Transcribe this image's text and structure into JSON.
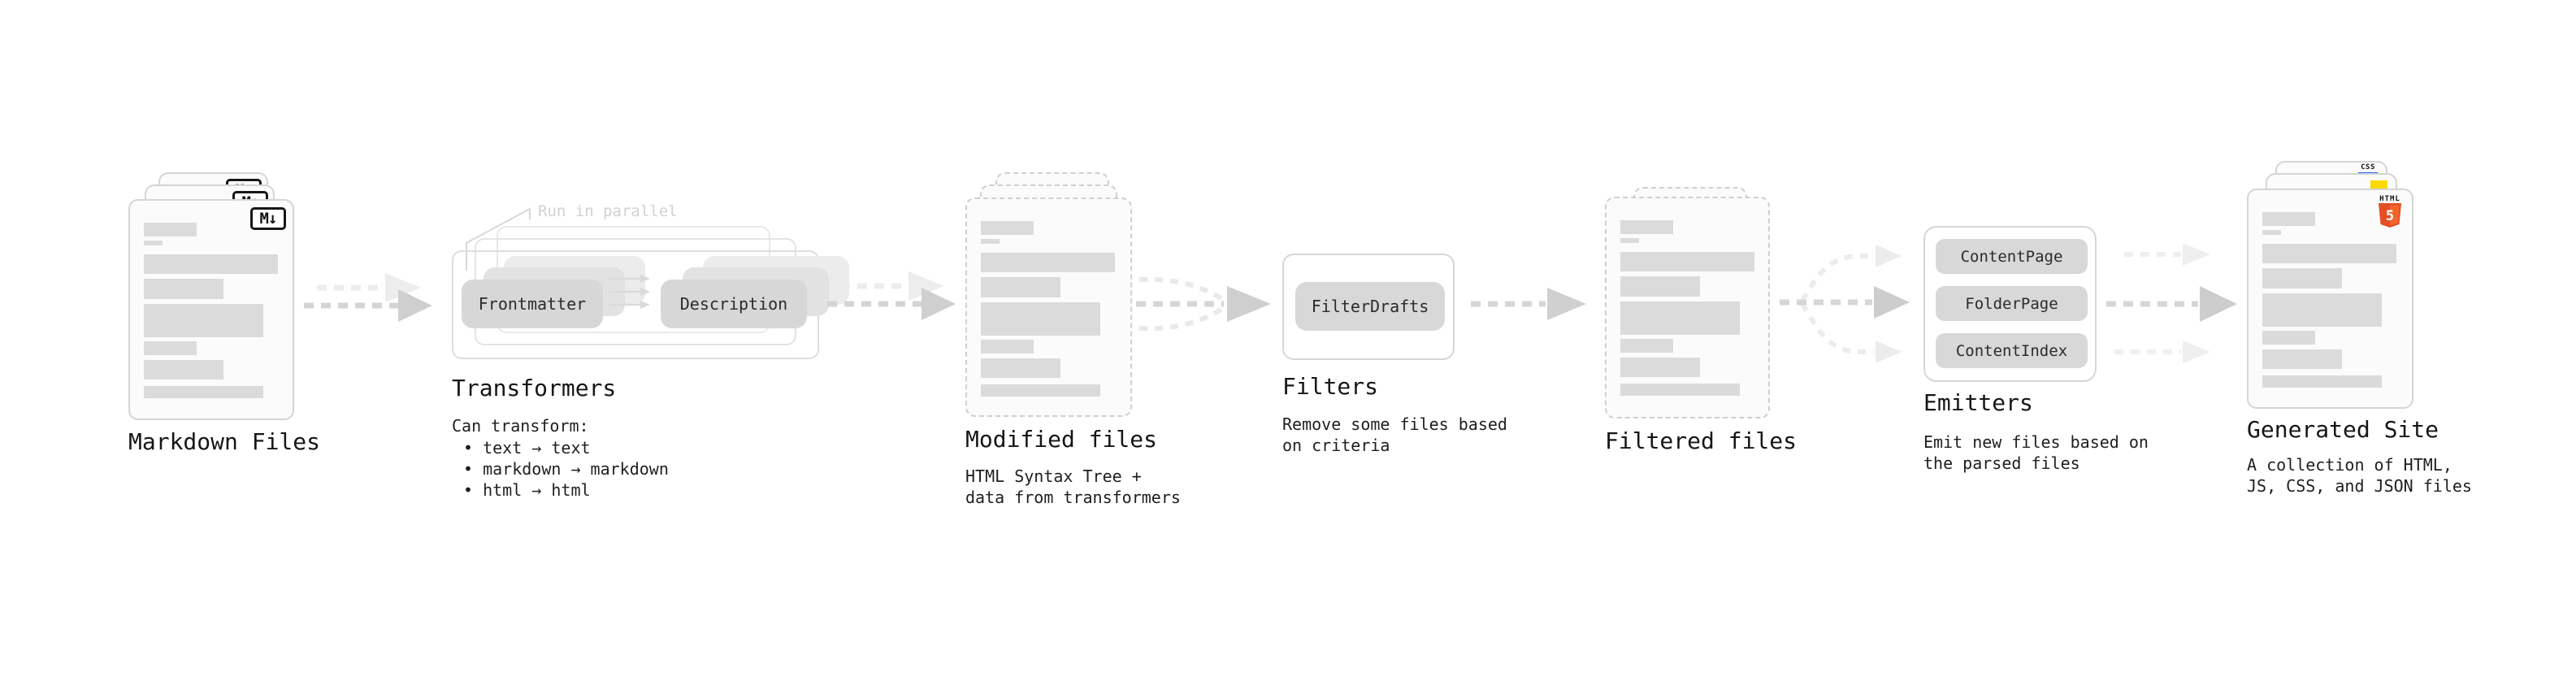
{
  "diagram": {
    "markdown_files": {
      "label": "Markdown Files"
    },
    "transformers": {
      "label": "Transformers",
      "annotation": "Run in parallel",
      "pill_left": "Frontmatter",
      "pill_right": "Description",
      "desc_heading": "Can transform:",
      "bullets": [
        "• text → text",
        "• markdown → markdown",
        "• html → html"
      ]
    },
    "modified_files": {
      "label": "Modified files",
      "desc_line1": "HTML Syntax Tree +",
      "desc_line2": "data from transformers"
    },
    "filters": {
      "label": "Filters",
      "pill": "FilterDrafts",
      "desc_line1": "Remove some files based",
      "desc_line2": "on criteria"
    },
    "filtered_files": {
      "label": "Filtered files"
    },
    "emitters": {
      "label": "Emitters",
      "pills": [
        "ContentPage",
        "FolderPage",
        "ContentIndex"
      ],
      "desc_line1": "Emit new files based on",
      "desc_line2": "the parsed files"
    },
    "generated_site": {
      "label": "Generated Site",
      "desc_line1": "A collection of HTML,",
      "desc_line2": "JS, CSS, and JSON files"
    },
    "icons": {
      "markdown_badge": "M↓",
      "html5_wordmark": "HTML",
      "html5_numeral": "5",
      "css_wordmark": "CSS"
    },
    "colors": {
      "text": "#1b1b1b",
      "annotation": "#d2d2d2",
      "skeleton_bar": "#dbdbdb",
      "pill_fill": "#d8d8d8",
      "card_fill": "#fbfbfb",
      "card_border": "#d5d5d5",
      "dashed_border": "#cfcfcf",
      "arrow": "#d4d4d4",
      "arrow_ghost": "#ededed",
      "html5_orange": "#e44d26",
      "html5_orange_light": "#f16529",
      "js_yellow": "#ffd900",
      "css_blue": "#2965f1"
    }
  }
}
